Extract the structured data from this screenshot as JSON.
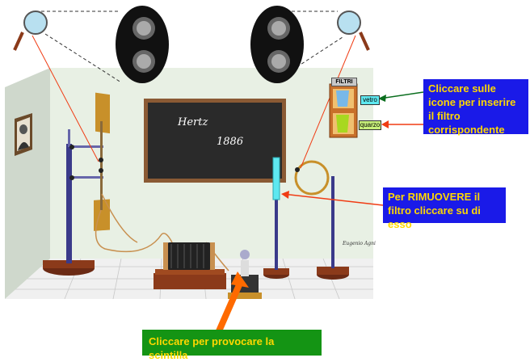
{
  "blackboard": {
    "line1": "Hertz",
    "line2": "1886"
  },
  "filters_panel": {
    "title": "FILTRI",
    "buttons": [
      {
        "label": "vetro",
        "color": "#5ee8f0"
      },
      {
        "label": "quarzo",
        "color": "#c8f07a"
      }
    ]
  },
  "callouts": {
    "insert_filter": "Cliccare sulle icone per inserire il filtro corrispondente",
    "remove_filter": "Per RIMUOVERE il filtro cliccare su di esso",
    "spark": "Cliccare per provocare la scintilla"
  },
  "signature": "Eugenio Agni",
  "colors": {
    "callout_bg_blue": "#1a1ae8",
    "callout_bg_green": "#149414",
    "callout_text": "#ffd800",
    "arrow_red": "#f03c14",
    "arrow_green": "#0a6e1e",
    "arrow_orange": "#ff6a00",
    "blackboard": "#2a2a2a",
    "frame": "#6b4a2a",
    "wall": "#e8f0e4"
  },
  "icons": {
    "left_lens": "magnifier-icon",
    "right_lens": "magnifier-icon",
    "filter_rack": "filter-rack-icon",
    "switch": "knife-switch-icon",
    "coil": "induction-coil-icon",
    "portrait": "portrait-icon"
  }
}
